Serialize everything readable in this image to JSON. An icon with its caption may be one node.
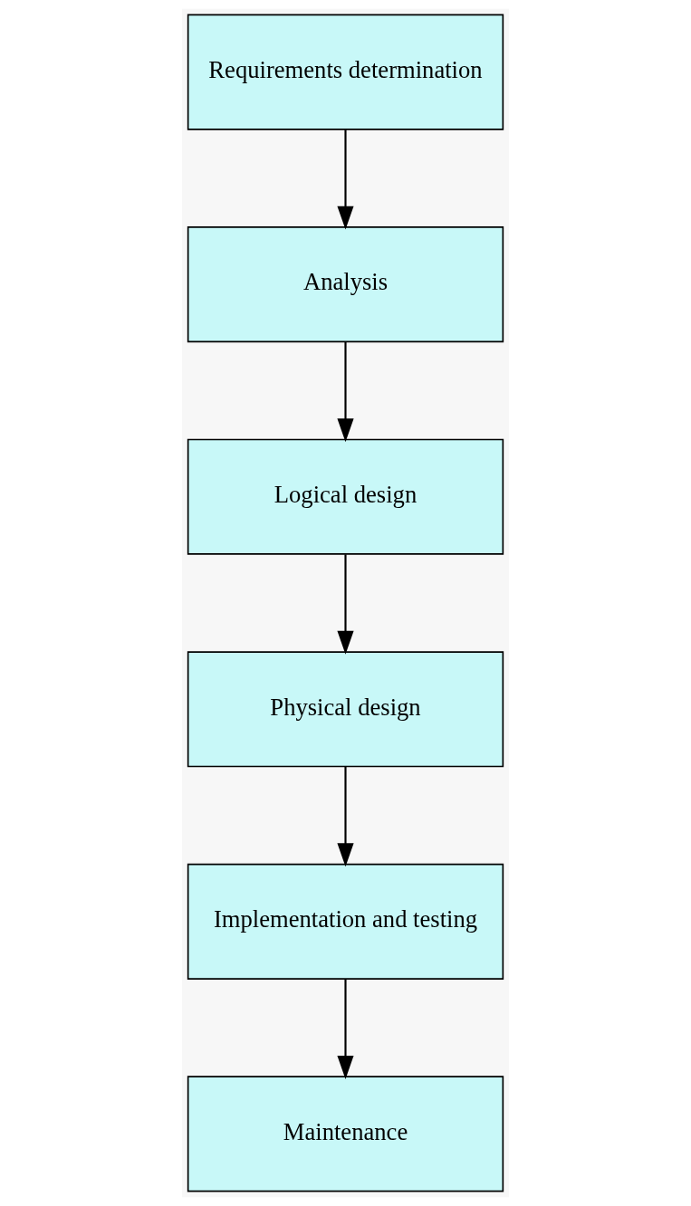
{
  "diagram": {
    "nodes": [
      {
        "text": [
          "Requirements determination"
        ]
      },
      {
        "text": [
          "Analysis"
        ]
      },
      {
        "text": [
          "Logical design"
        ]
      },
      {
        "text": [
          "Physical design"
        ]
      },
      {
        "text": [
          "Implementation and testing"
        ]
      },
      {
        "text": [
          "Maintenance"
        ]
      }
    ],
    "edges": [
      {
        "from": 0,
        "to": 1,
        "arrow": "to"
      },
      {
        "from": 1,
        "to": 2,
        "arrow": "to"
      },
      {
        "from": 2,
        "to": 3,
        "arrow": "to"
      },
      {
        "from": 3,
        "to": 4,
        "arrow": "to"
      },
      {
        "from": 4,
        "to": 5,
        "arrow": "to"
      }
    ]
  }
}
